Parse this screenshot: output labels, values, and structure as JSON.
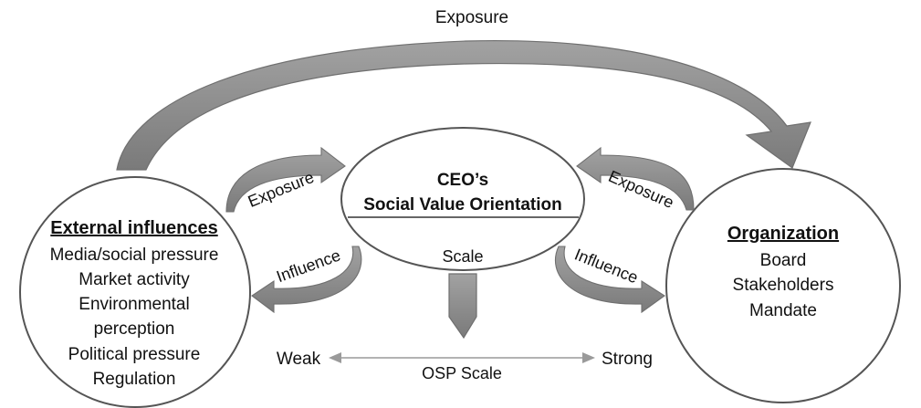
{
  "colors": {
    "arrow_fill": "#8a8a8a",
    "arrow_stroke": "#6f6f6f",
    "node_stroke": "#555555",
    "text": "#111111",
    "scale_line": "#9a9a9a"
  },
  "labels": {
    "top_exposure": "Exposure",
    "left_exposure": "Exposure",
    "left_influence": "Influence",
    "right_exposure": "Exposure",
    "right_influence": "Influence"
  },
  "ceo": {
    "title_line1": "CEO’s",
    "title_line2": "Social Value Orientation",
    "scale_label": "Scale"
  },
  "external": {
    "heading": "External influences",
    "items": [
      "Media/social pressure",
      "Market activity",
      "Environmental",
      "perception",
      "Political pressure",
      "Regulation"
    ]
  },
  "organization": {
    "heading": "Organization",
    "items": [
      "Board",
      "Stakeholders",
      "Mandate"
    ]
  },
  "osp": {
    "weak": "Weak",
    "strong": "Strong",
    "label": "OSP Scale"
  }
}
